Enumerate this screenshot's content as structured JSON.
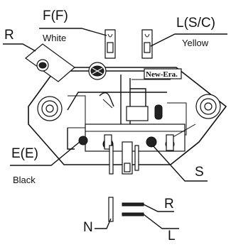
{
  "labels": {
    "f_terminal": "F(F)",
    "f_color": "White",
    "l_terminal": "L(S/C)",
    "l_color": "Yellow",
    "r_terminal": "R",
    "e_terminal": "E(E)",
    "e_color": "Black",
    "s_terminal": "S",
    "brand": "New-Era."
  },
  "symbol": {
    "n_label": "N",
    "r_label": "R",
    "l_label": "L"
  }
}
